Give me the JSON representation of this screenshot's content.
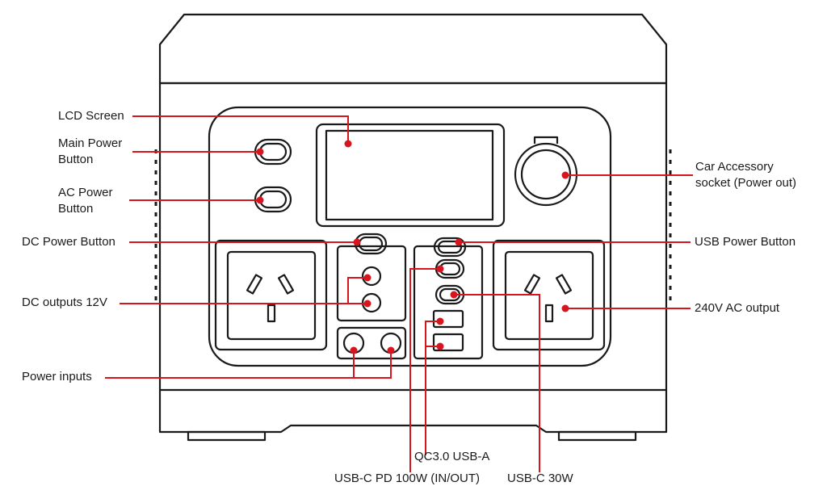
{
  "colors": {
    "outline": "#1a1a1a",
    "leader": "#d7151e",
    "dot": "#d7151e",
    "background": "#ffffff"
  },
  "labels": {
    "lcd_screen": "LCD Screen",
    "main_power_button": "Main Power\nButton",
    "ac_power_button": "AC Power\nButton",
    "dc_power_button": "DC Power Button",
    "dc_outputs": "DC outputs 12V",
    "power_inputs": "Power inputs",
    "car_accessory_socket": "Car Accessory\nsocket (Power out)",
    "usb_power_button": "USB Power Button",
    "ac_output": "240V AC output",
    "qc_usb_a": "QC3.0 USB-A",
    "usb_c_pd": "USB-C PD 100W (IN/OUT)",
    "usb_c_30w": "USB-C 30W"
  }
}
